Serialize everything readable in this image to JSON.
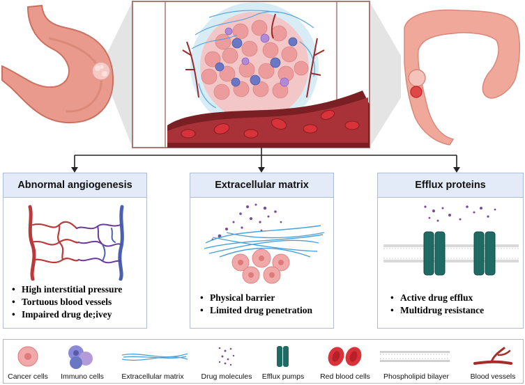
{
  "panels": [
    {
      "title": "Abnormal angiogenesis",
      "bullets": [
        "High interstitial pressure",
        "Tortuous blood vessels",
        "Impaired drug de;ivey"
      ]
    },
    {
      "title": "Extracellular matrix",
      "bullets": [
        "Physical barrier",
        "Limited drug penetration"
      ]
    },
    {
      "title": "Efflux proteins",
      "bullets": [
        "Active drug efflux",
        "Multidrug resistance"
      ]
    }
  ],
  "legend": [
    {
      "label": "Cancer cells",
      "icon": "cancer-cell-icon"
    },
    {
      "label": "Immuno  cells",
      "icon": "immune-cell-icon"
    },
    {
      "label": "Extracellular matrix",
      "icon": "ecm-fiber-icon"
    },
    {
      "label": "Drug molecules",
      "icon": "drug-molecules-icon"
    },
    {
      "label": "Efflux pumps",
      "icon": "efflux-pump-icon"
    },
    {
      "label": "Red blood cells",
      "icon": "red-blood-cell-icon"
    },
    {
      "label": "Phospholipid bilayer",
      "icon": "phospholipid-bilayer-icon"
    },
    {
      "label": "Blood vessels",
      "icon": "blood-vessel-icon"
    }
  ],
  "colors": {
    "panel_header_bg": "#e2ebf7",
    "panel_border": "#b0bcd4",
    "cancer_cell": "#f0a8a8",
    "vessel_red": "#b83a3a",
    "vessel_blue": "#4a5fb0",
    "ecm_blue": "#4a9fd8",
    "pump_teal": "#1f6b63",
    "drug_purple": "#7a4a9a",
    "stomach": "#e99a8c",
    "colon": "#f0a89a"
  }
}
